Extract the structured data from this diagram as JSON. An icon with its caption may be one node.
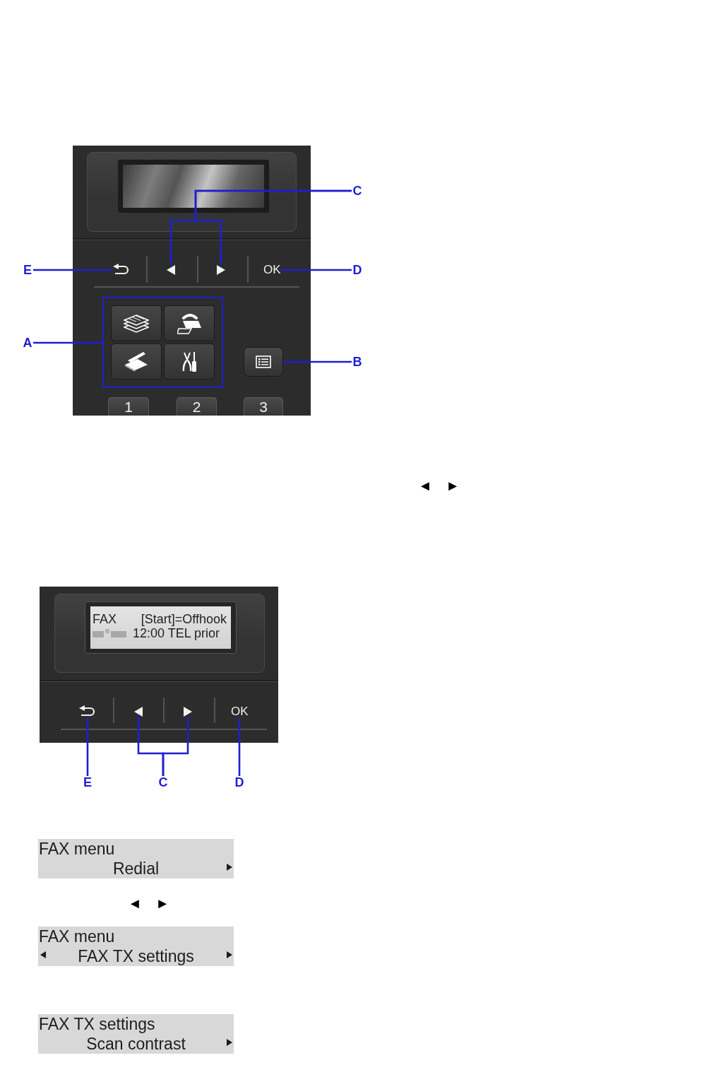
{
  "diagram": {
    "nodes": [
      {
        "text": [],
        "shape": "box"
      },
      {
        "text": [],
        "shape": "box",
        "in": 0
      },
      {
        "text": [
          "C"
        ]
      },
      {
        "text": [
          "E"
        ]
      },
      {
        "text": [],
        "shape": "picture",
        "in": 0
      },
      {
        "text": [],
        "shape": "triangle",
        "in": 0
      },
      {
        "text": [],
        "shape": "triangle",
        "in": 0
      },
      {
        "text": [
          "OK"
        ],
        "in": 0
      },
      {
        "text": [
          "D"
        ]
      },
      {
        "text": [
          "A"
        ]
      },
      {
        "text": [],
        "shape": "box",
        "in": 0
      },
      {
        "text": [],
        "shape": "box",
        "in": 10
      },
      {
        "text": [],
        "shape": "box",
        "in": 10
      },
      {
        "text": [],
        "shape": "box",
        "in": 10
      },
      {
        "text": [],
        "shape": "box",
        "in": 10
      },
      {
        "text": [],
        "shape": "box",
        "in": 0
      },
      {
        "text": [
          "B"
        ]
      },
      {
        "text": [
          "1"
        ],
        "in": 0
      },
      {
        "text": [
          "2"
        ],
        "in": 0
      },
      {
        "text": [
          "3"
        ],
        "in": 0
      },
      {
        "text": [],
        "shape": "box"
      },
      {
        "text": [
          "FAX [Start]=Offhook",
          "12:00 TEL prior"
        ],
        "in": 20
      },
      {
        "text": [],
        "shape": "picture",
        "in": 20
      },
      {
        "text": [],
        "shape": "triangle",
        "in": 20
      },
      {
        "text": [],
        "shape": "triangle",
        "in": 20
      },
      {
        "text": [
          "OK"
        ],
        "in": 20
      },
      {
        "text": [
          "E"
        ]
      },
      {
        "text": [
          "C"
        ]
      },
      {
        "text": [
          "D"
        ]
      },
      {
        "text": [
          "FAX menu",
          "Redial"
        ]
      },
      {
        "text": [
          "FAX menu",
          "FAX TX settings"
        ]
      },
      {
        "text": [
          "FAX TX settings",
          "Scan contrast"
        ]
      }
    ],
    "edges": [
      {
        "from": 2,
        "to": 5,
        "arrow": "none"
      },
      {
        "from": 2,
        "to": 6,
        "arrow": "none"
      },
      {
        "from": 3,
        "to": 4,
        "arrow": "none"
      },
      {
        "from": 8,
        "to": 7,
        "arrow": "none"
      },
      {
        "from": 9,
        "to": 10,
        "arrow": "none"
      },
      {
        "from": 16,
        "to": 15,
        "arrow": "none"
      },
      {
        "from": 26,
        "to": 22,
        "arrow": "none"
      },
      {
        "from": 27,
        "to": 23,
        "arrow": "none"
      },
      {
        "from": 27,
        "to": 24,
        "arrow": "none"
      },
      {
        "from": 28,
        "to": 25,
        "arrow": "none"
      }
    ],
    "labels": [
      "◄ ►",
      "◄ ►"
    ]
  }
}
